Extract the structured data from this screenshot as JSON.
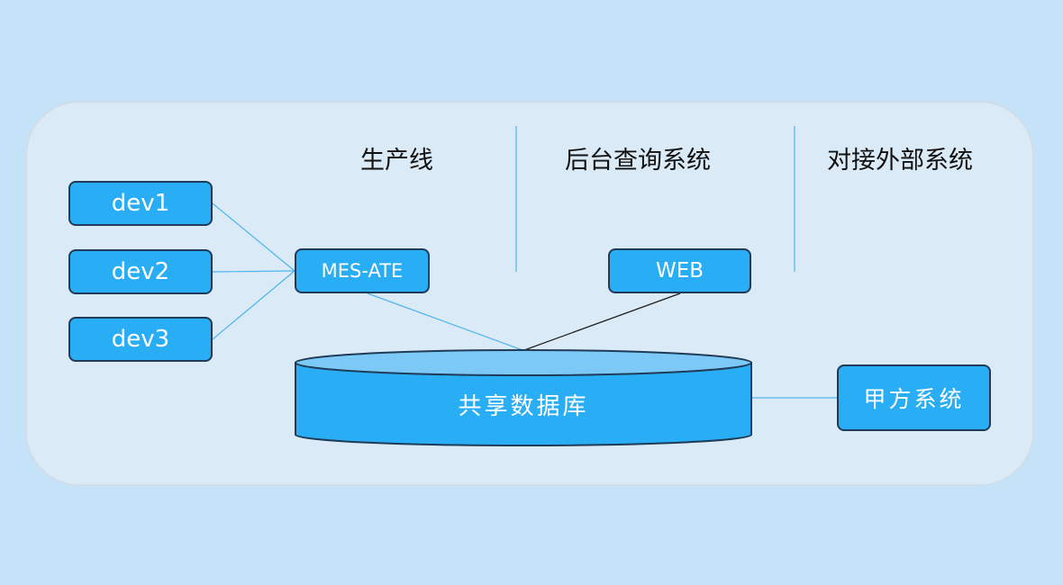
{
  "headers": {
    "production_line": "生产线",
    "backend_query_system": "后台查询系统",
    "external_system": "对接外部系统"
  },
  "nodes": {
    "dev1": "dev1",
    "dev2": "dev2",
    "dev3": "dev3",
    "mes_ate": "MES-ATE",
    "web": "WEB",
    "jiafang_system": "甲方系统"
  },
  "database": {
    "label": "共享数据库"
  },
  "colors": {
    "background": "#c4e3f8",
    "panel": "#daeaf6",
    "node_fill": "#29adf5",
    "node_border": "#1f3b57",
    "db_top": "#7cc9f7",
    "link_light": "#4fb4ee",
    "link_dark": "#1c1c1c"
  }
}
